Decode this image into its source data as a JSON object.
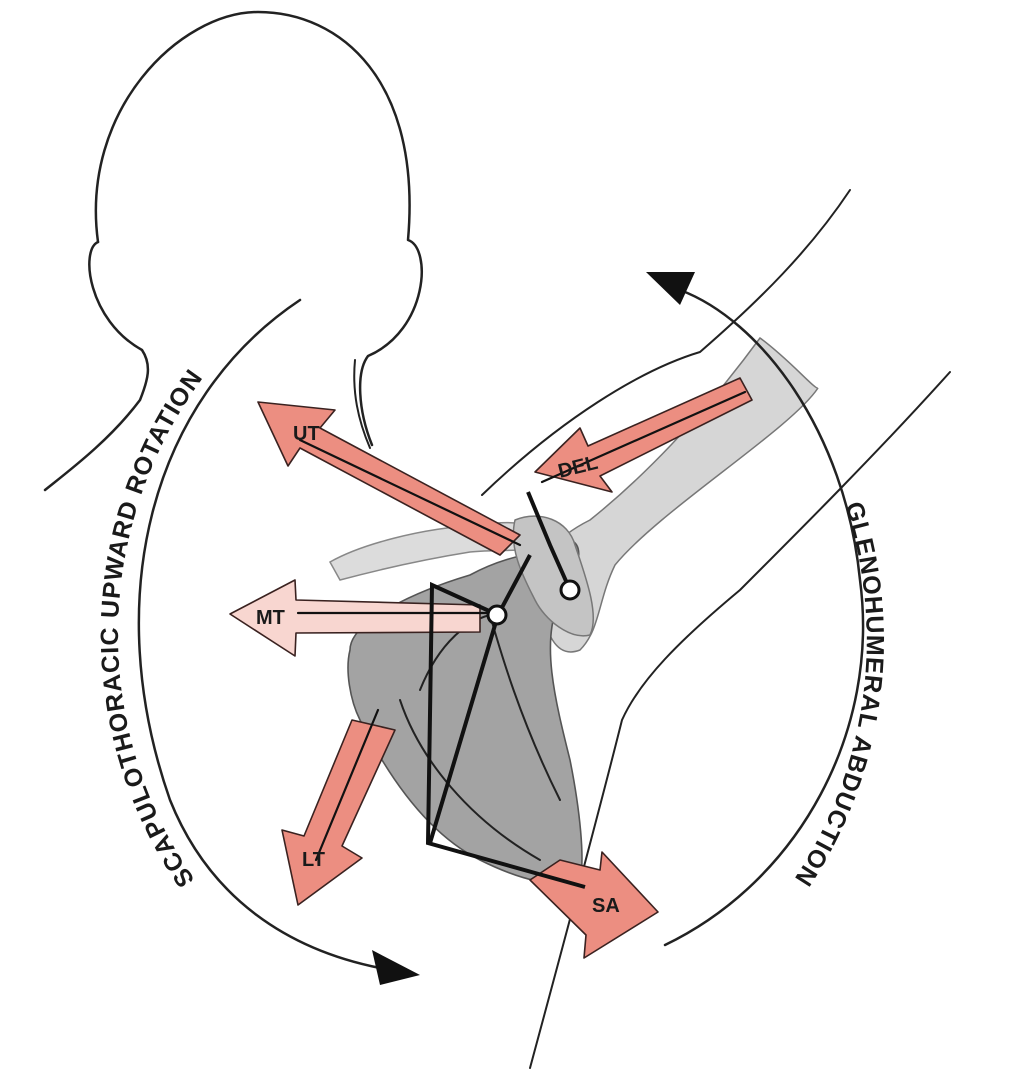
{
  "labels": {
    "scapulothoracic": "SCAPULOTHORACIC UPWARD ROTATION",
    "glenohumeral": "GLENOHUMERAL ABDUCTION",
    "ut": "UT",
    "mt": "MT",
    "lt": "LT",
    "del": "DEL",
    "sa": "SA"
  },
  "colors": {
    "muscle_arrow": "#ec8e81",
    "pale_arrow": "#f8d6d0",
    "scapula": "#a3a3a3",
    "humerus": "#d6d6d6",
    "outline": "#222222"
  }
}
